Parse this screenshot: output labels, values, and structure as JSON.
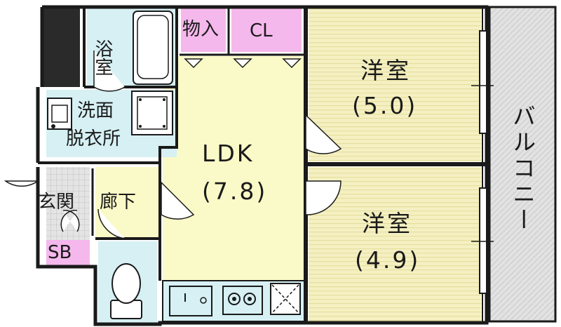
{
  "rooms": {
    "bath": "浴室",
    "washroom_line1": "洗面",
    "washroom_line2": "脱衣所",
    "storage": "物入",
    "closet": "CL",
    "ldk_name": "LDK",
    "ldk_size": "(7.8)",
    "western_top_name": "洋室",
    "western_top_size": "(5.0)",
    "western_bottom_name": "洋室",
    "western_bottom_size": "(4.9)",
    "entrance": "玄関",
    "hallway": "廊下",
    "shoe_box": "SB",
    "balcony": "バルコニー"
  },
  "colors": {
    "wall": "#1a1a1a",
    "ldk_floor": "#fafac8",
    "western_floor": "#f5f0c2",
    "western_stripe": "#e6df9f",
    "wet_area": "#d6f0f4",
    "storage": "#f5b8ec",
    "tile_gray": "#d0d0d0",
    "balcony": "#e2e2e2"
  }
}
